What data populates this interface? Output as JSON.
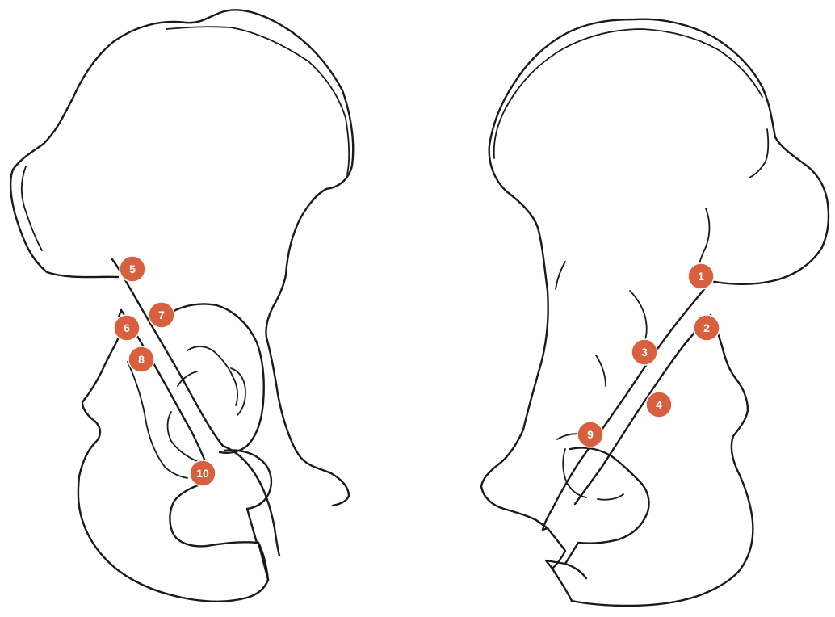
{
  "markers": [
    {
      "id": "1",
      "label": "1"
    },
    {
      "id": "2",
      "label": "2"
    },
    {
      "id": "3",
      "label": "3"
    },
    {
      "id": "4",
      "label": "4"
    },
    {
      "id": "5",
      "label": "5"
    },
    {
      "id": "6",
      "label": "6"
    },
    {
      "id": "7",
      "label": "7"
    },
    {
      "id": "8",
      "label": "8"
    },
    {
      "id": "9",
      "label": "9"
    },
    {
      "id": "10",
      "label": "10"
    }
  ],
  "colors": {
    "marker_fill": "#d9603f",
    "marker_text": "#ffffff",
    "outline": "#1a1a1a",
    "background": "#ffffff"
  }
}
